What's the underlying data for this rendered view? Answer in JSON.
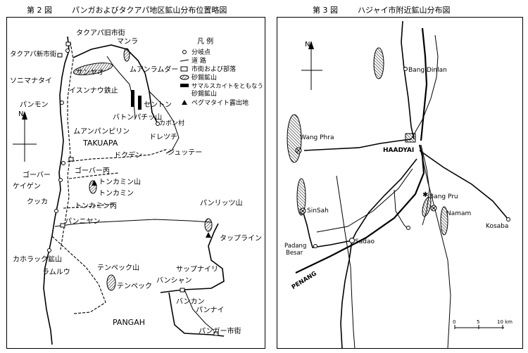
{
  "figures": [
    {
      "number": "第 2 図",
      "title": "パンガおよびタクアパ地区鉱山分布位置略図",
      "legend": {
        "heading": "凡 例",
        "items": [
          {
            "symbol": "circle",
            "label": "分岐点"
          },
          {
            "symbol": "line",
            "label": "道 路"
          },
          {
            "symbol": "square",
            "label": "市街および部落"
          },
          {
            "symbol": "hatch-oval",
            "label": "砂錫鉱山"
          },
          {
            "symbol": "bar",
            "label": "サマルスカイトをともなう"
          },
          {
            "symbol": "none",
            "label": "砂錫鉱山"
          },
          {
            "symbol": "triangle",
            "label": "ペグマタイト露出地"
          }
        ]
      },
      "places": {
        "tak_old": "タクアパ旧市街",
        "tak_new": "タクアパ新市街",
        "sanyao": "サンヤオ",
        "manra": "マンラ",
        "anramuda": "ムアンラムダー",
        "ismo": "イスンナウ鉄止",
        "sonimanatai": "ソニマナタイ",
        "panmon": "パンモン",
        "patoppunom": "バトンパチッ山",
        "senton": "セントン",
        "kabon": "カボン村",
        "doretsu": "ドレツチ",
        "jutte": "ジュッテー",
        "muanpanpirin": "ムアンパンピリン",
        "takuapa": "TAKUAPA",
        "dokuden": "ドクデン",
        "goba": "ゴーバー",
        "gobasan": "ゴーバー丙",
        "keigen": "ケイゲン",
        "tonkamin_yama": "トンカミン山",
        "tonkamin": "トンカミン",
        "kukka": "クッカ",
        "tonkamin_hei": "トンカミン丙",
        "panniyan": "パンニヤン",
        "panrittsu": "パンリッツ山",
        "tappurain": "タップライン",
        "kumrak": "カホラック鉱山",
        "ramuru": "ラムルウ",
        "tenpekyama": "テンペック山",
        "tenpek": "テンペック",
        "sappunairi": "サップナイリ",
        "panshan": "バンシャン",
        "pankan": "バンカン",
        "pannai": "パンナイ",
        "pangamachi": "パンガー市街",
        "pangah": "PANGAH"
      }
    },
    {
      "number": "第 3 図",
      "title": "ハジャイ市附近鉱山分布図",
      "places": {
        "bang_dinlan": "Bang Dinlan",
        "wang_phra": "Wang Phra",
        "haadyai": "HAADYAI",
        "bang_pru": "Bang Pru",
        "namam": "Namam",
        "kosaba": "Kosaba",
        "sinsah": "SinSah",
        "padang_1": "Padang",
        "padang_2": "Besar",
        "sadao": "Sadao",
        "penang": "PENANG"
      },
      "scale": {
        "ticks": [
          "0",
          "5",
          "10 km"
        ]
      }
    }
  ],
  "north_label": "N"
}
